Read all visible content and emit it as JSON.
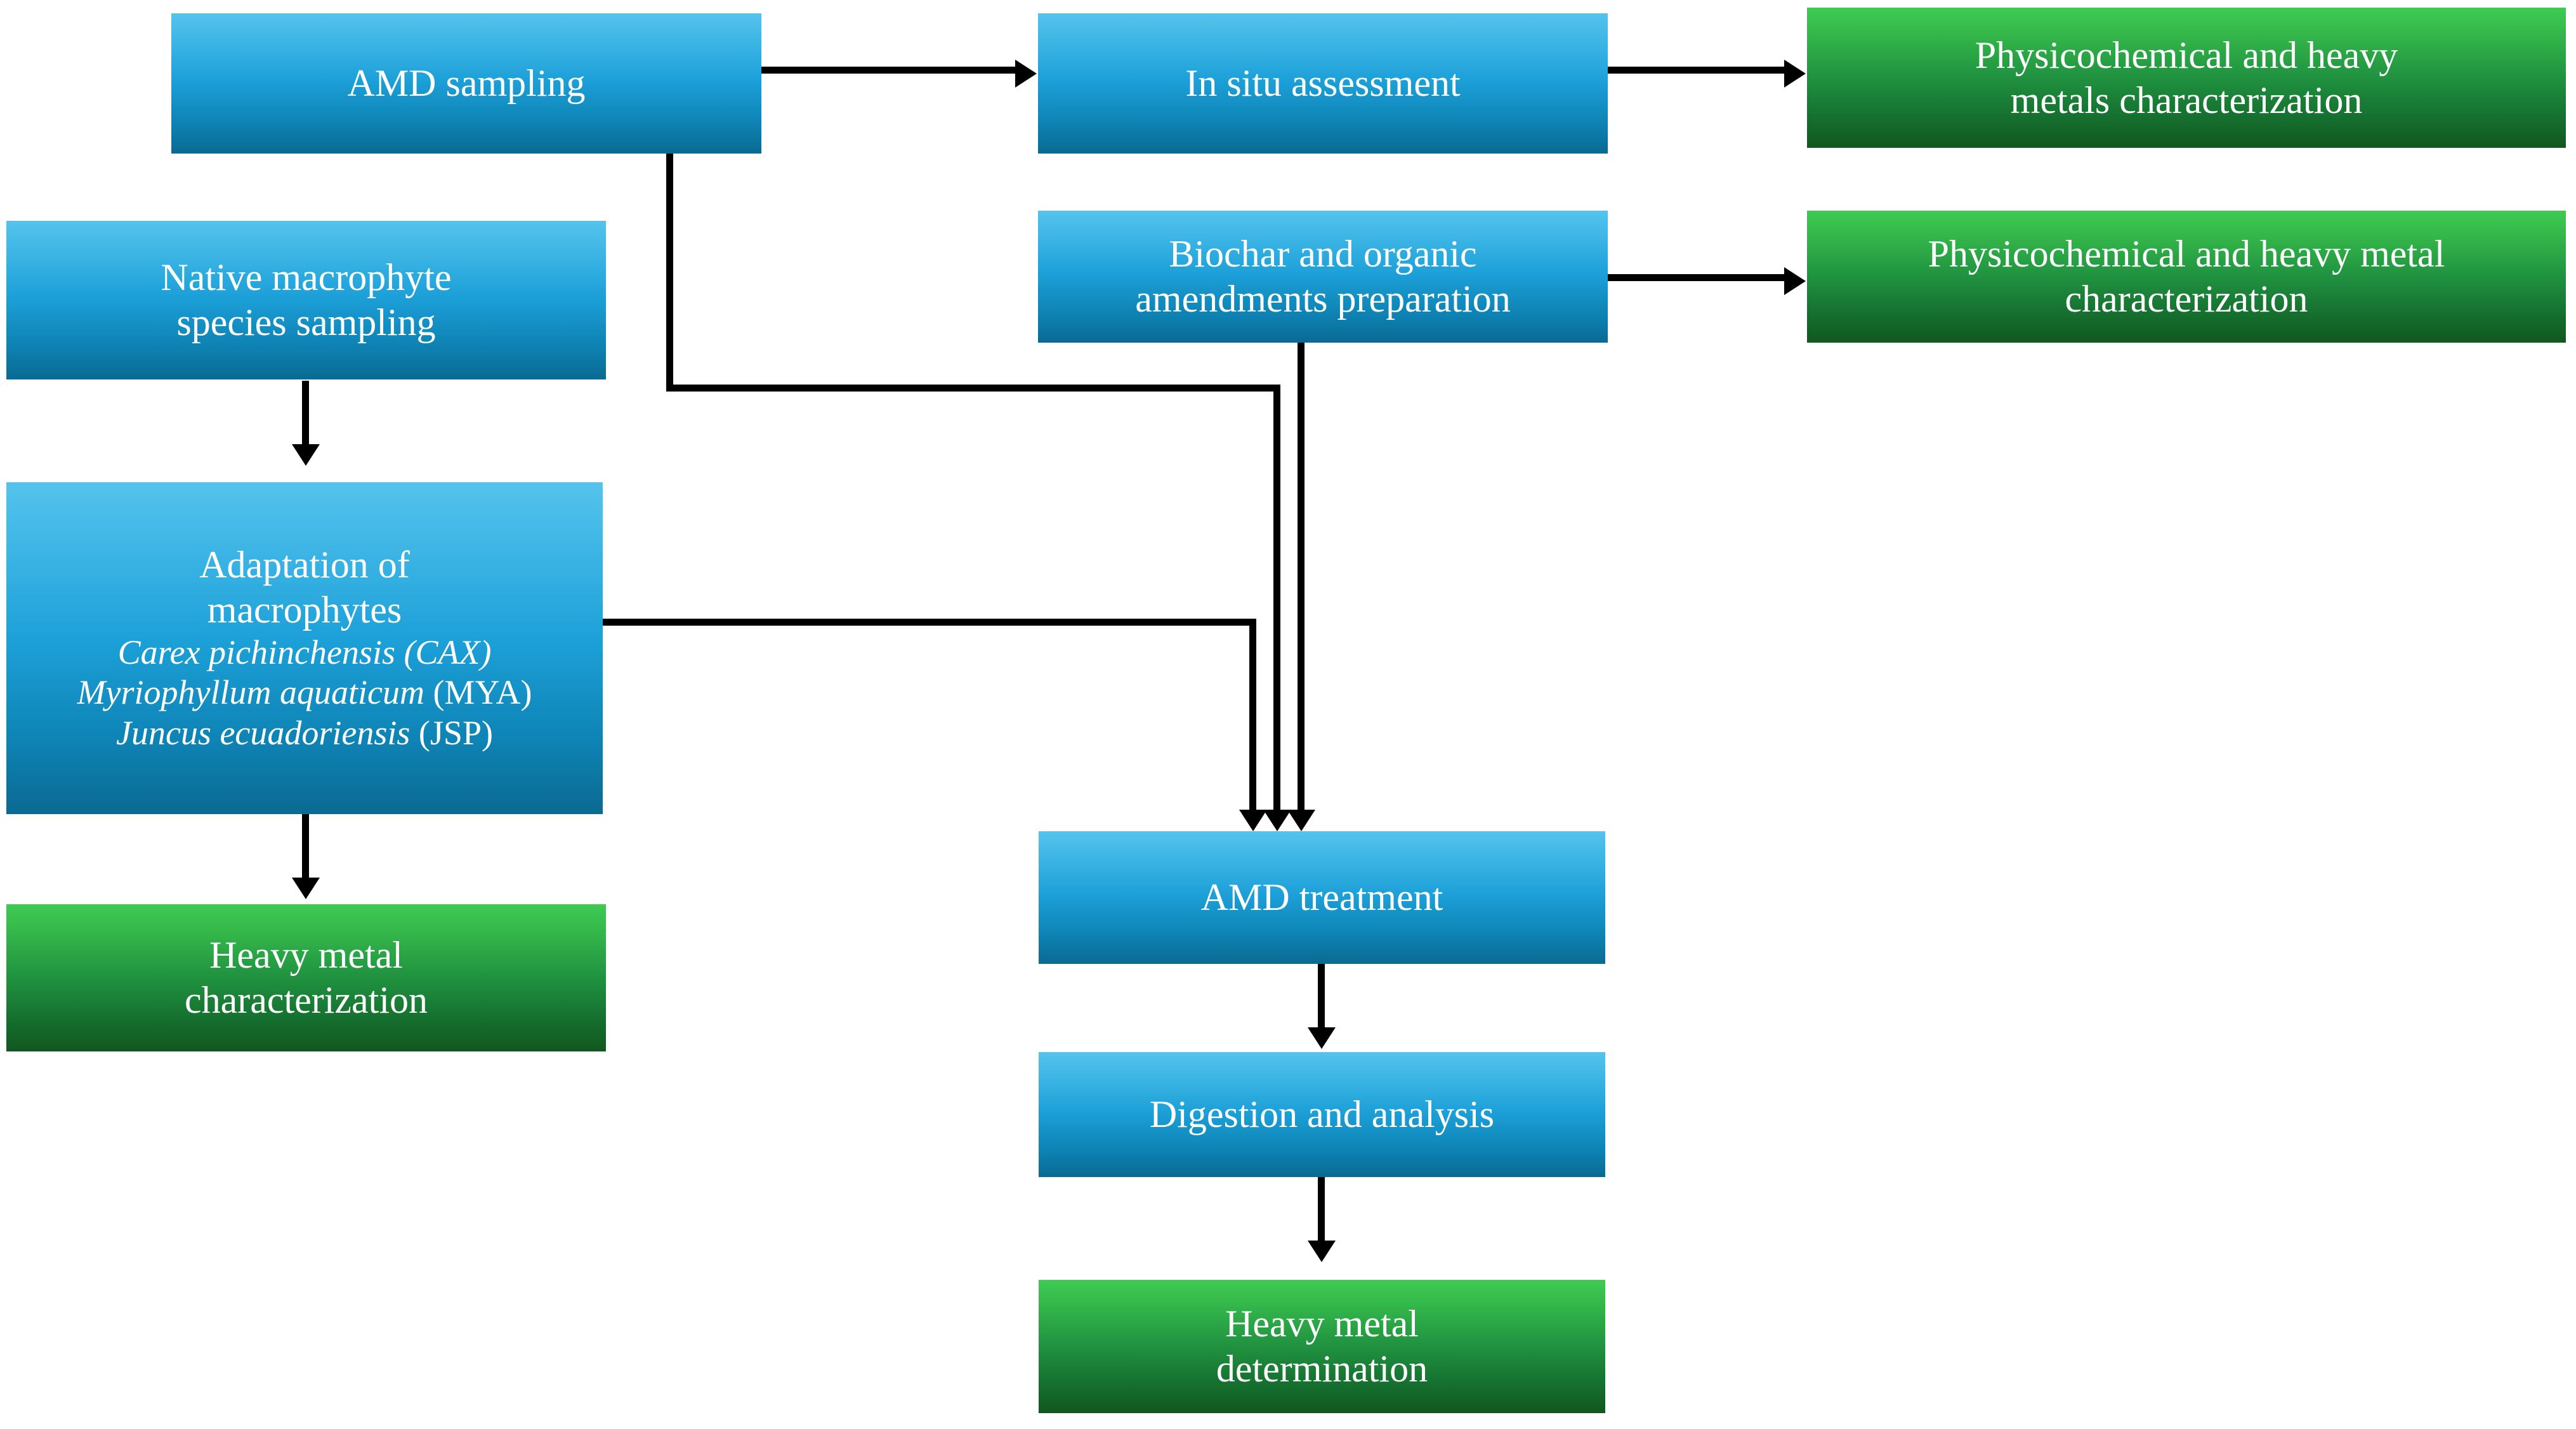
{
  "diagram": {
    "title": "AMD treatment experimental workflow flowchart",
    "background_color": "#ffffff",
    "palette": {
      "blue_top": "#55C3ED",
      "blue_bottom": "#0A6A92",
      "green_top": "#3ECB53",
      "green_bottom": "#11571F",
      "connector": "#000000",
      "node_text": "#ffffff"
    }
  },
  "nodes": {
    "amd_sampling": {
      "label": "AMD sampling",
      "type": "process",
      "color": "blue"
    },
    "in_situ_assessment": {
      "label": "In situ assessment",
      "type": "process",
      "color": "blue"
    },
    "physicochemical_heavy_metals": {
      "line1": "Physicochemical and heavy",
      "line2": "metals characterization",
      "type": "output",
      "color": "green"
    },
    "native_macrophyte_sampling": {
      "line1": "Native macrophyte",
      "line2": "species sampling",
      "type": "process",
      "color": "blue"
    },
    "biochar_amendments": {
      "line1": "Biochar and organic",
      "line2": "amendments preparation",
      "type": "process",
      "color": "blue"
    },
    "physicochemical_heavy_metal": {
      "line1": "Physicochemical and heavy metal",
      "line2": "characterization",
      "type": "output",
      "color": "green"
    },
    "adaptation_macrophytes": {
      "line1": "Adaptation of",
      "line2": "macrophytes",
      "species": [
        {
          "name": "Carex pichinchensis",
          "code": "(CAX)",
          "code_italic": true
        },
        {
          "name": "Myriophyllum aquaticum",
          "code": "(MYA)",
          "code_italic": false
        },
        {
          "name": "Juncus ecuadoriensis",
          "code": "(JSP)",
          "code_italic": false
        }
      ],
      "type": "process",
      "color": "blue"
    },
    "heavy_metal_characterization": {
      "line1": "Heavy metal",
      "line2": "characterization",
      "type": "output",
      "color": "green"
    },
    "amd_treatment": {
      "label": "AMD treatment",
      "type": "process",
      "color": "blue"
    },
    "digestion_analysis": {
      "label": "Digestion and analysis",
      "type": "process",
      "color": "blue"
    },
    "heavy_metal_determination": {
      "line1": "Heavy metal",
      "line2": "determination",
      "type": "output",
      "color": "green"
    }
  },
  "edges": [
    {
      "from": "amd_sampling",
      "to": "in_situ_assessment",
      "style": "straight-right"
    },
    {
      "from": "in_situ_assessment",
      "to": "physicochemical_heavy_metals",
      "style": "straight-right"
    },
    {
      "from": "biochar_amendments",
      "to": "physicochemical_heavy_metal",
      "style": "straight-right"
    },
    {
      "from": "native_macrophyte_sampling",
      "to": "adaptation_macrophytes",
      "style": "straight-down"
    },
    {
      "from": "adaptation_macrophytes",
      "to": "heavy_metal_characterization",
      "style": "straight-down"
    },
    {
      "from": "amd_sampling",
      "to": "amd_treatment",
      "style": "elbow-down-right"
    },
    {
      "from": "adaptation_macrophytes",
      "to": "amd_treatment",
      "style": "elbow-right-down"
    },
    {
      "from": "biochar_amendments",
      "to": "amd_treatment",
      "style": "straight-down"
    },
    {
      "from": "amd_treatment",
      "to": "digestion_analysis",
      "style": "straight-down"
    },
    {
      "from": "digestion_analysis",
      "to": "heavy_metal_determination",
      "style": "straight-down"
    }
  ]
}
